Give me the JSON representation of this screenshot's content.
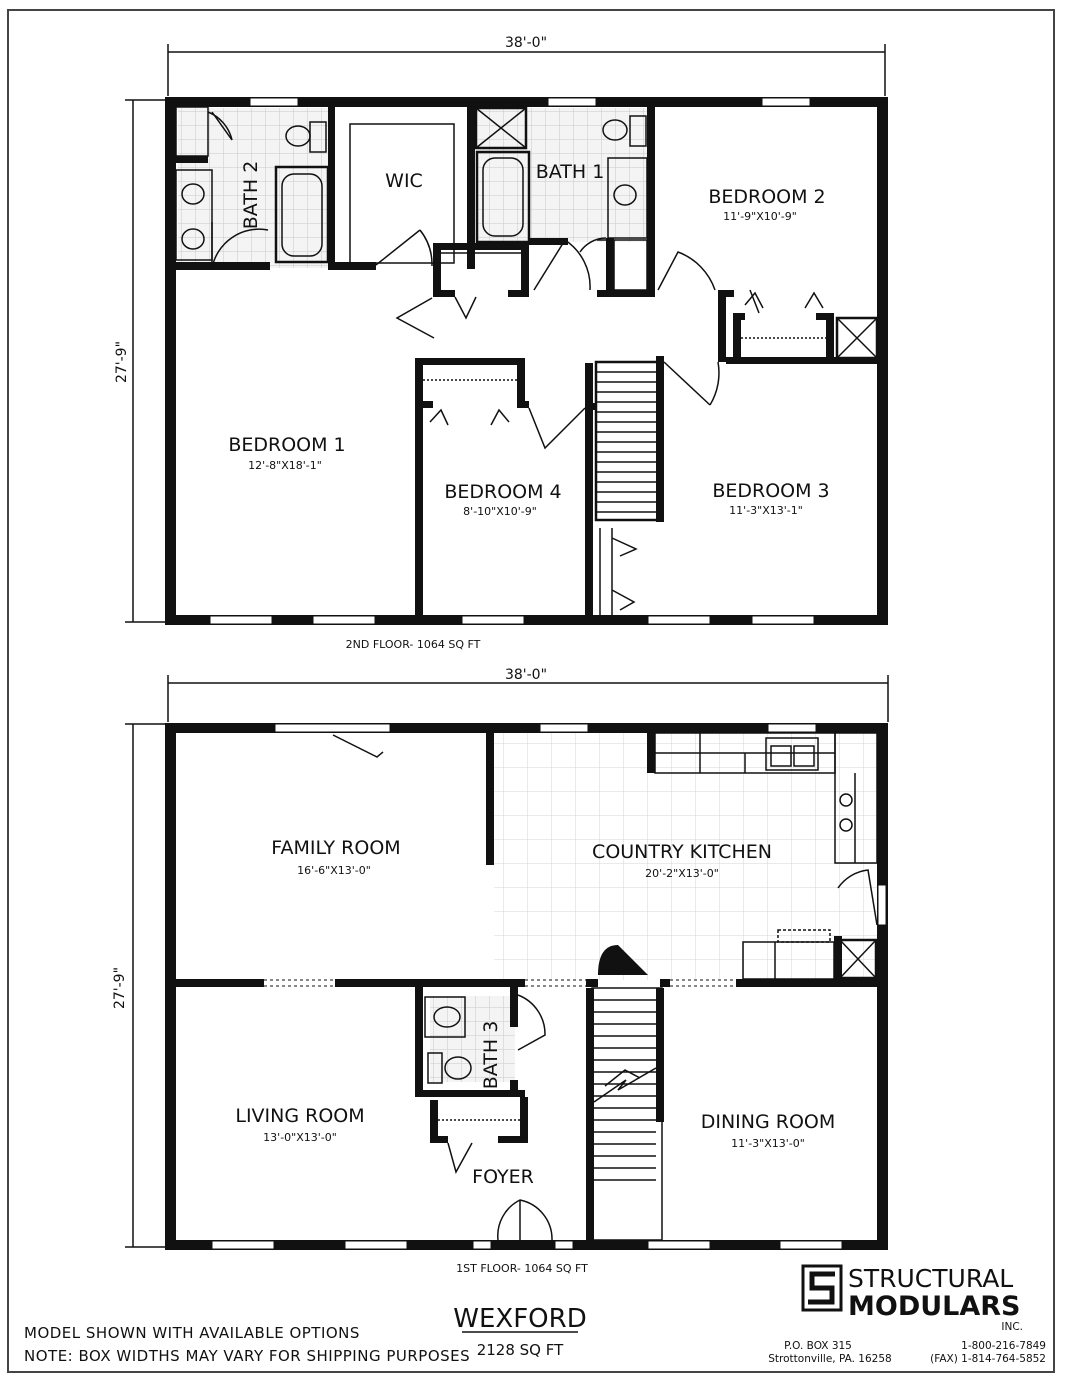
{
  "floor2": {
    "width_dim": "38'-0\"",
    "depth_dim": "27'-9\"",
    "caption": "2ND FLOOR- 1064 SQ FT",
    "rooms": {
      "bath2": "BATH 2",
      "wic": "WIC",
      "bath1": "BATH 1",
      "bedroom2": {
        "name": "BEDROOM 2",
        "size": "11'-9\"X10'-9\""
      },
      "bedroom1": {
        "name": "BEDROOM 1",
        "size": "12'-8\"X18'-1\""
      },
      "bedroom4": {
        "name": "BEDROOM 4",
        "size": "8'-10\"X10'-9\""
      },
      "bedroom3": {
        "name": "BEDROOM 3",
        "size": "11'-3\"X13'-1\""
      }
    }
  },
  "floor1": {
    "width_dim": "38'-0\"",
    "depth_dim": "27'-9\"",
    "caption": "1ST FLOOR- 1064 SQ FT",
    "rooms": {
      "family": {
        "name": "FAMILY ROOM",
        "size": "16'-6\"X13'-0\""
      },
      "kitchen": {
        "name": "COUNTRY KITCHEN",
        "size": "20'-2\"X13'-0\""
      },
      "living": {
        "name": "LIVING ROOM",
        "size": "13'-0\"X13'-0\""
      },
      "bath3": "BATH 3",
      "foyer": "FOYER",
      "dining": {
        "name": "DINING ROOM",
        "size": "11'-3\"X13'-0\""
      }
    }
  },
  "footer": {
    "note1": "MODEL SHOWN WITH AVAILABLE OPTIONS",
    "note2": "NOTE: BOX WIDTHS MAY VARY FOR SHIPPING PURPOSES",
    "model_name": "WEXFORD",
    "model_sqft": "2128 SQ FT",
    "brand_line1": "STRUCTURAL",
    "brand_line2": "MODULARS",
    "brand_inc": "INC.",
    "address1": "P.O. BOX 315",
    "address2": "Strottonville, PA.  16258",
    "phone": "1-800-216-7849",
    "fax": "(FAX) 1-814-764-5852"
  }
}
